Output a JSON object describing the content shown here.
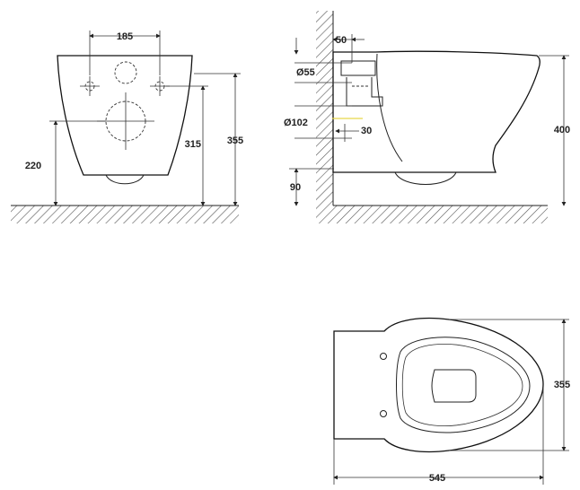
{
  "dimensions": {
    "front_top_width": "185",
    "front_inlet_height": "220",
    "front_hole_height": "315",
    "front_total_height": "355",
    "side_offset": "50",
    "side_pipe_diameter": "Ø55",
    "side_outlet_diameter": "Ø102",
    "side_outlet_offset": "30",
    "side_floor_clearance": "90",
    "side_total_height": "400",
    "top_length": "545",
    "top_width": "355"
  },
  "colors": {
    "line": "#222222",
    "hatch": "#555555",
    "accent_yellow": "#e8d84a",
    "accent_green": "#2a9d4a"
  }
}
